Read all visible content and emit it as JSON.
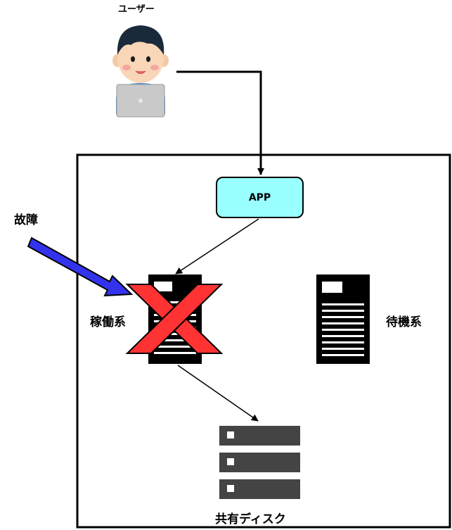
{
  "labels": {
    "user": "ユーザー",
    "app": "APP",
    "fault": "故障",
    "active": "稼働系",
    "standby": "待機系",
    "shared_disk": "共有ディスク"
  },
  "colors": {
    "app_fill": "#99ffff",
    "fault_arrow": "#3333ee",
    "cross": "#ff3333",
    "server": "#000000",
    "disk": "#444444"
  },
  "icons": {
    "user": "person-with-laptop-icon",
    "active_server": "server-tower-icon",
    "standby_server": "server-tower-icon",
    "shared_disk": "disk-rack-icon",
    "failure": "x-cross-icon"
  }
}
